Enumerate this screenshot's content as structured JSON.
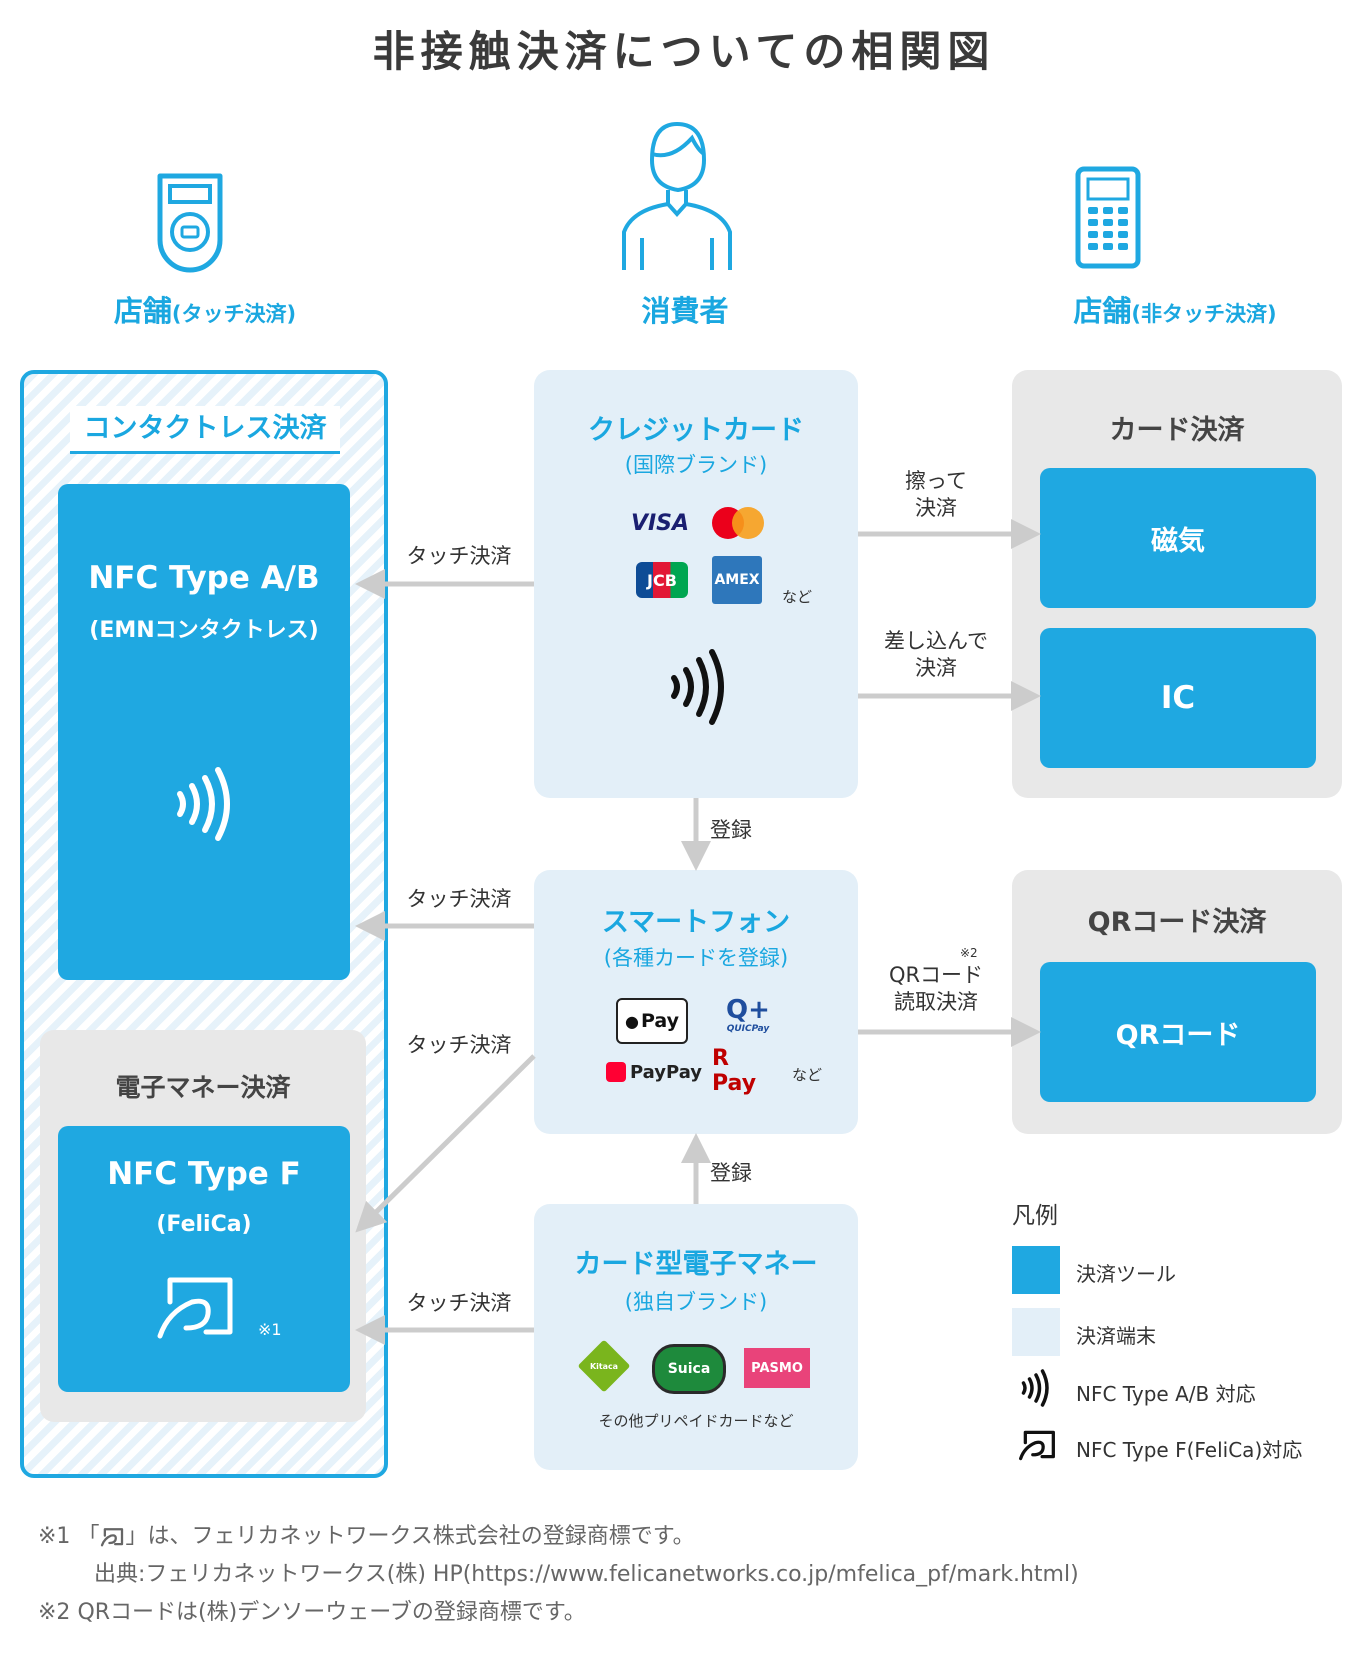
{
  "title": "非接触決済についての相関図",
  "roles": {
    "store_touch": {
      "main": "店舗",
      "sub": "(タッチ決済)"
    },
    "consumer": {
      "main": "消費者"
    },
    "store_nontouch": {
      "main": "店舗",
      "sub": "(非タッチ決済)"
    }
  },
  "contactless": {
    "heading": "コンタクトレス決済",
    "nfc_ab": {
      "title": "NFC Type A/B",
      "sub": "(EMNコンタクトレス)"
    },
    "emoney": {
      "heading": "電子マネー決済",
      "title": "NFC Type F",
      "sub": "(FeliCa)",
      "note": "※1"
    }
  },
  "credit": {
    "title": "クレジットカード",
    "sub": "(国際ブランド)",
    "brands": [
      "VISA",
      "mastercard",
      "JCB",
      "AMEX"
    ],
    "more": "など"
  },
  "smartphone": {
    "title": "スマートフォン",
    "sub": "(各種カードを登録)",
    "apps": [
      "Pay",
      "QUICPay",
      "PayPay",
      "R Pay"
    ],
    "more": "など"
  },
  "emoney_card": {
    "title": "カード型電子マネー",
    "sub": "(独自ブランド)",
    "cards": [
      "Kitaca",
      "Suica",
      "PASMO"
    ],
    "more": "その他プリペイドカードなど"
  },
  "card_payment": {
    "heading": "カード決済",
    "magnetic": "磁気",
    "ic": "IC"
  },
  "qr_payment": {
    "heading": "QRコード決済",
    "qr": "QRコード"
  },
  "edges": {
    "touch": "タッチ決済",
    "swipe": [
      "擦って",
      "決済"
    ],
    "insert": [
      "差し込んで",
      "決済"
    ],
    "register": "登録",
    "qr_read": [
      "QRコード",
      "読取決済"
    ],
    "qr_note": "※2"
  },
  "legend": {
    "title": "凡例",
    "tool": "決済ツール",
    "terminal": "決済端末",
    "nfc_ab": "NFC Type A/B 対応",
    "nfc_f": "NFC Type F(FeliCa)対応"
  },
  "notes": {
    "n1_mark": "※1",
    "n1_open": "「",
    "n1_text": "」は、フェリカネットワークス株式会社の登録商標です。",
    "n1_source": "出典:フェリカネットワークス(株) HP(https://www.felicanetworks.co.jp/mfelica_pf/mark.html)",
    "n2_mark": "※2",
    "n2_text": "QRコードは(株)デンソーウェーブの登録商標です。"
  },
  "colors": {
    "accent": "#1fa8e1",
    "terminal": "#e3eff8",
    "gray": "#e8e8e8",
    "arrow": "#cccccc"
  }
}
